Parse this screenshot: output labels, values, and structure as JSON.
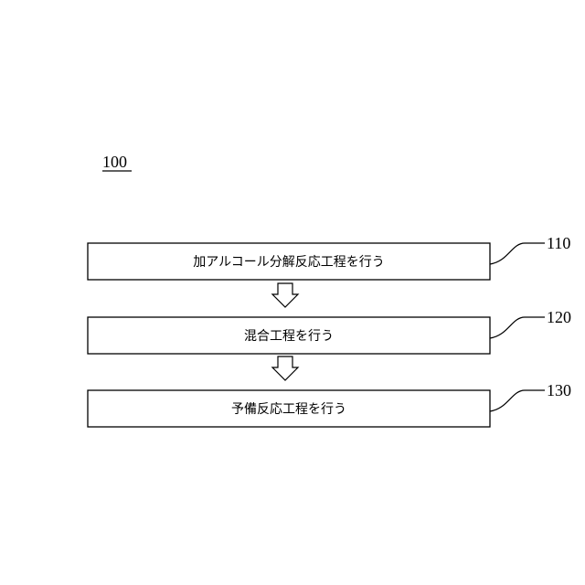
{
  "figure": {
    "number": "100"
  },
  "steps": [
    {
      "ref": "110",
      "text": "加アルコール分解反応工程を行う"
    },
    {
      "ref": "120",
      "text": "混合工程を行う"
    },
    {
      "ref": "130",
      "text": "予備反応工程を行う"
    }
  ],
  "arrows": [
    {
      "from": "110",
      "to": "120",
      "icon": "down-arrow-icon"
    },
    {
      "from": "120",
      "to": "130",
      "icon": "down-arrow-icon"
    }
  ]
}
